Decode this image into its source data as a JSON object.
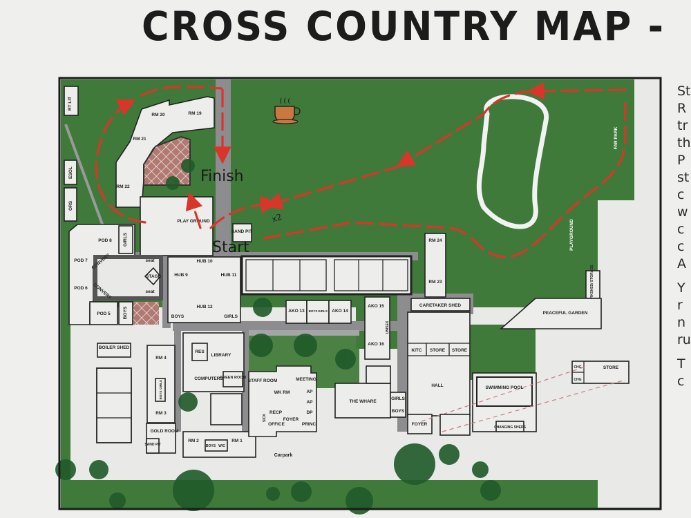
{
  "title": "CROSS COUNTRY MAP -",
  "side_text": [
    "St",
    "R",
    "tr",
    "th",
    "P",
    "st",
    "c",
    "w",
    "c",
    "c",
    "A",
    "",
    "Y",
    "r",
    "n",
    "ru",
    "",
    "T",
    "c"
  ],
  "route": {
    "start": "Start",
    "finish": "Finish",
    "note": "x2"
  },
  "colors": {
    "grass": "#3f7a3a",
    "route": "#d8362a",
    "building": "#ededeb",
    "path": "#8a8a8c",
    "tree": "#1f5a2a"
  },
  "icons": {
    "cafe": "coffee-cup-icon"
  },
  "labels": {
    "rt_lit": "RT LIT",
    "esol": "ESOL",
    "ors": "ORS",
    "rm20": "RM 20",
    "rm19": "RM 19",
    "rm21": "RM 21",
    "rm22": "RM 22",
    "playground1": "PLAY GROUND",
    "sand_pit1": "SAND PIT",
    "pod8": "POD 8",
    "pod7": "POD 7",
    "pod6": "POD 6",
    "pod5": "POD 5",
    "girls1": "GIRLS",
    "boys1": "BOYS",
    "convery1": "CONVERY",
    "convery2": "CONVERY",
    "seat1": "seat",
    "seat2": "seat",
    "stage": "STAGE",
    "hub9": "HUB 9",
    "hub10": "HUB 10",
    "hub11": "HUB 11",
    "hub12": "HUB 12",
    "boys2": "BOYS",
    "girls2": "GIRLS",
    "ako13": "AKO 13",
    "ako14": "AKO 14",
    "ako15": "AKO 15",
    "ako16": "AKO 16",
    "boys3": "BOYS",
    "girls3": "GIRLS",
    "unisex": "UNISEX",
    "rm24": "RM 24",
    "rm23": "RM 23",
    "far_park": "FAR PARK",
    "playground2": "PLAYGROUND",
    "workshed": "WORKSHED/ STORAGE",
    "peaceful_garden": "PEACEFUL GARDEN",
    "caretaker_shed": "CARETAKER SHED",
    "kitc": "KITC",
    "store1": "STORE",
    "store2": "STORE",
    "hall": "HALL",
    "foyer1": "FOYER",
    "swimming_pool": "SWIMMING POOL",
    "changing_sheds": "CHANGING SHEDS",
    "chg1": "CHG",
    "chg2": "CHG",
    "store3": "STORE",
    "the_whare": "THE WHARE",
    "girls4": "GIRLS",
    "boys4": "BOYS",
    "boiler_shed": "BOILER SHED",
    "rm4": "RM 4",
    "rm3": "RM 3",
    "boys5": "BOYS",
    "girls5": "GIRLS",
    "gold_room": "GOLD ROOM",
    "sand_pit2": "SAND PIT",
    "res": "RES",
    "library": "LIBRARY",
    "computers": "COMPUTERS",
    "green_room": "GREEN ROOM",
    "rm2": "RM 2",
    "rm1": "RM 1",
    "boys6": "BOYS",
    "wc": "W/C",
    "staff_room": "STAFF ROOM",
    "wk_rm": "WK RM",
    "meeting": "MEETING",
    "ap1": "AP",
    "ap2": "AP",
    "dp": "DP",
    "recp": "RECP",
    "office": "OFFICE",
    "foyer2": "FOYER",
    "princ": "PRINC",
    "sick": "SICK",
    "carpark": "Carpark"
  }
}
